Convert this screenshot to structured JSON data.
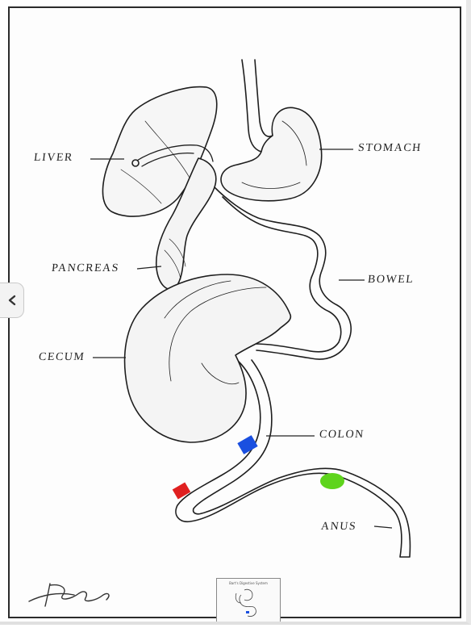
{
  "labels": {
    "liver": "LIVER",
    "stomach": "STOMACH",
    "pancreas": "PANCREAS",
    "bowel": "BOWEL",
    "cecum": "CECUM",
    "colon": "COLON",
    "anus": "ANUS"
  },
  "thumbnail": {
    "title": "Bart's Digestive System"
  },
  "markers": {
    "blue": "#1a4fe0",
    "red": "#e02020",
    "green": "#5ed41c"
  },
  "icons": {
    "nav": "chevron-left-icon"
  }
}
